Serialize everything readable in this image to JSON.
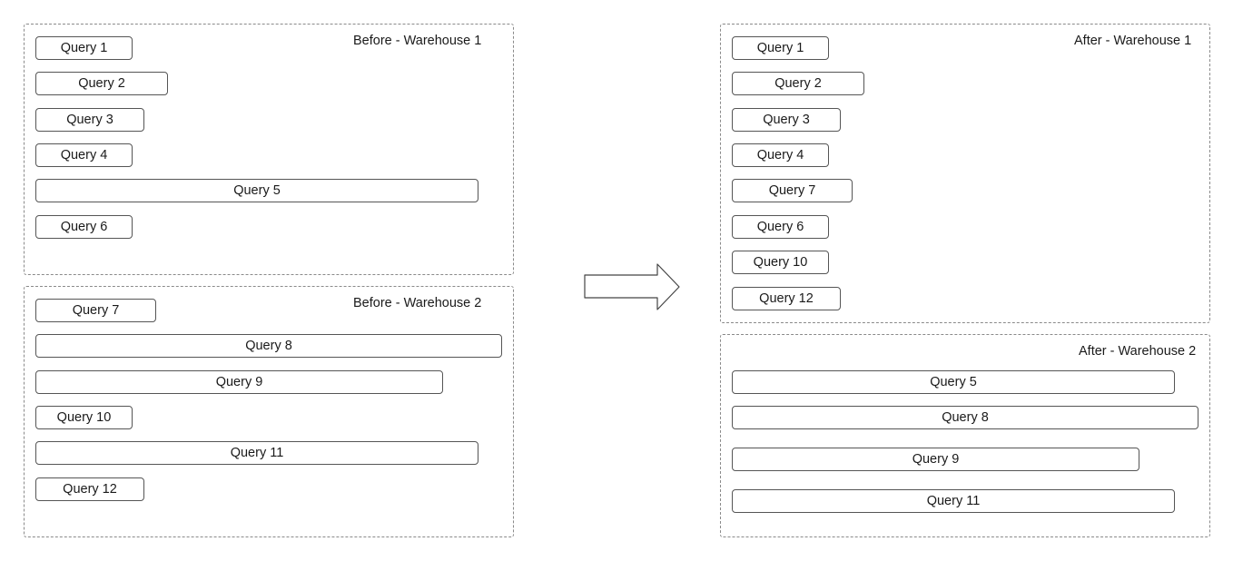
{
  "panels": {
    "before_wh1": {
      "title": "Before - Warehouse 1",
      "queries": [
        "Query 1",
        "Query 2",
        "Query 3",
        "Query 4",
        "Query 5",
        "Query 6"
      ]
    },
    "before_wh2": {
      "title": "Before - Warehouse 2",
      "queries": [
        "Query 7",
        "Query 8",
        "Query 9",
        "Query 10",
        "Query 11",
        "Query 12"
      ]
    },
    "after_wh1": {
      "title": "After - Warehouse 1",
      "queries": [
        "Query 1",
        "Query 2",
        "Query 3",
        "Query 4",
        "Query 7",
        "Query 6",
        "Query 10",
        "Query 12"
      ]
    },
    "after_wh2": {
      "title": "After - Warehouse 2",
      "queries": [
        "Query 5",
        "Query 8",
        "Query 9",
        "Query 11"
      ]
    }
  },
  "arrow_icon": "right-arrow-icon"
}
